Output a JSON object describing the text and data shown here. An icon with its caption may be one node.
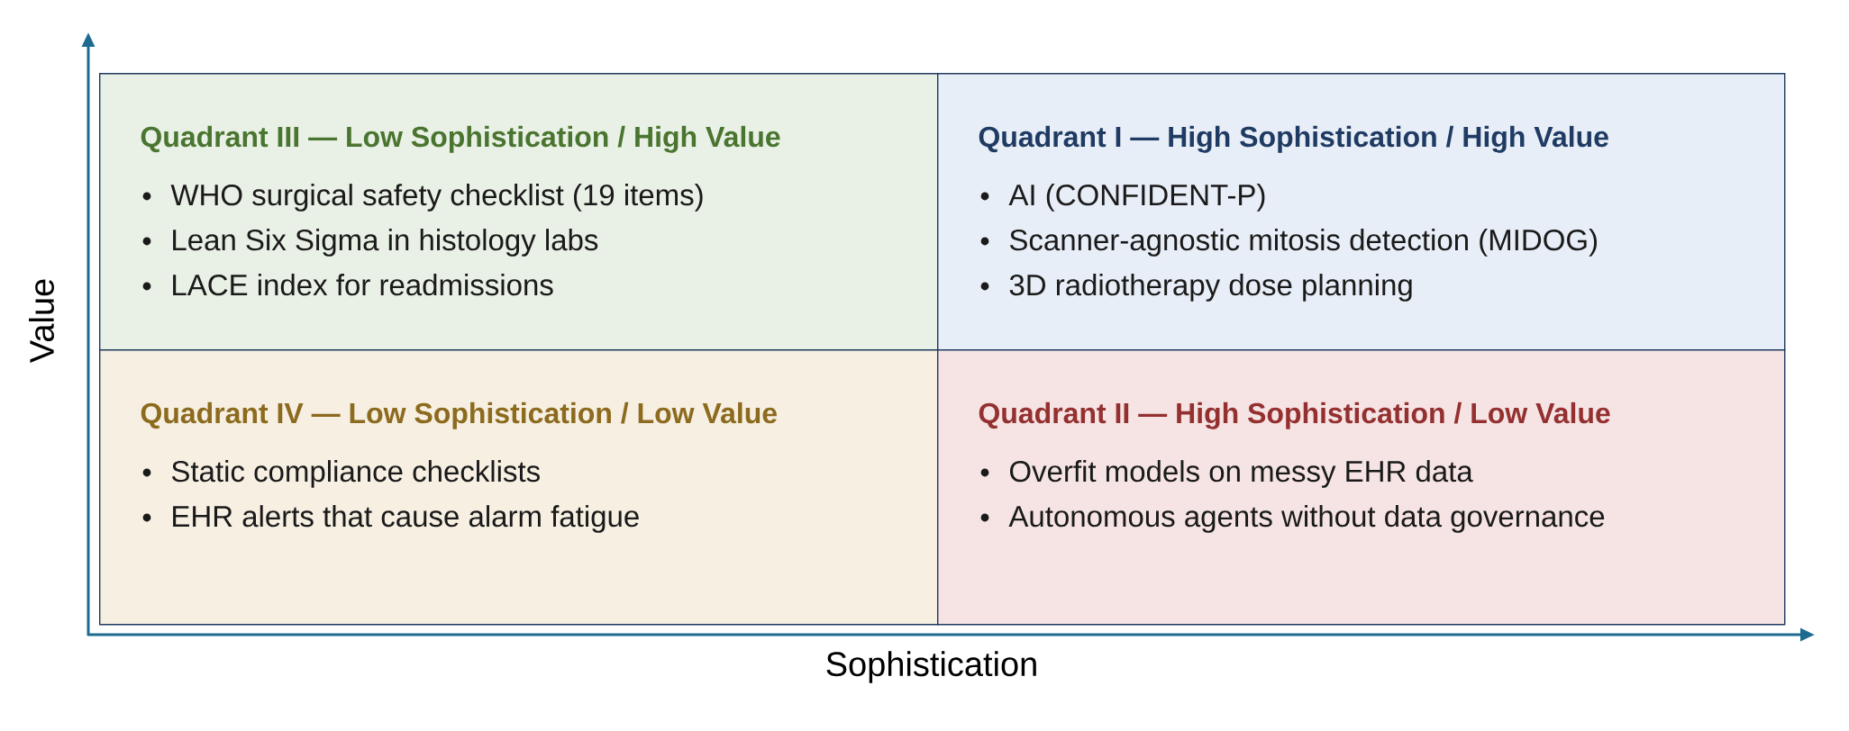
{
  "diagram": {
    "nodes": [
      {
        "text": [
          "Quadrant III — Low Sophistication / High Value",
          "WHO surgical safety checklist (19 items)",
          "Lean Six Sigma in histology labs",
          "LACE index for readmissions"
        ]
      },
      {
        "text": [
          "Quadrant I — High Sophistication / High Value",
          "AI (CONFIDENT-P)",
          "Scanner-agnostic mitosis detection (MIDOG)",
          "3D radiotherapy dose planning"
        ]
      },
      {
        "text": [
          "Quadrant IV — Low Sophistication / Low Value",
          "Static compliance checklists",
          "EHR alerts that cause alarm fatigue"
        ]
      },
      {
        "text": [
          "Quadrant II — High Sophistication / Low Value",
          "Overfit models on messy EHR data",
          "Autonomous agents without data governance"
        ]
      }
    ],
    "labels": [
      "Value",
      "Sophistication"
    ]
  }
}
